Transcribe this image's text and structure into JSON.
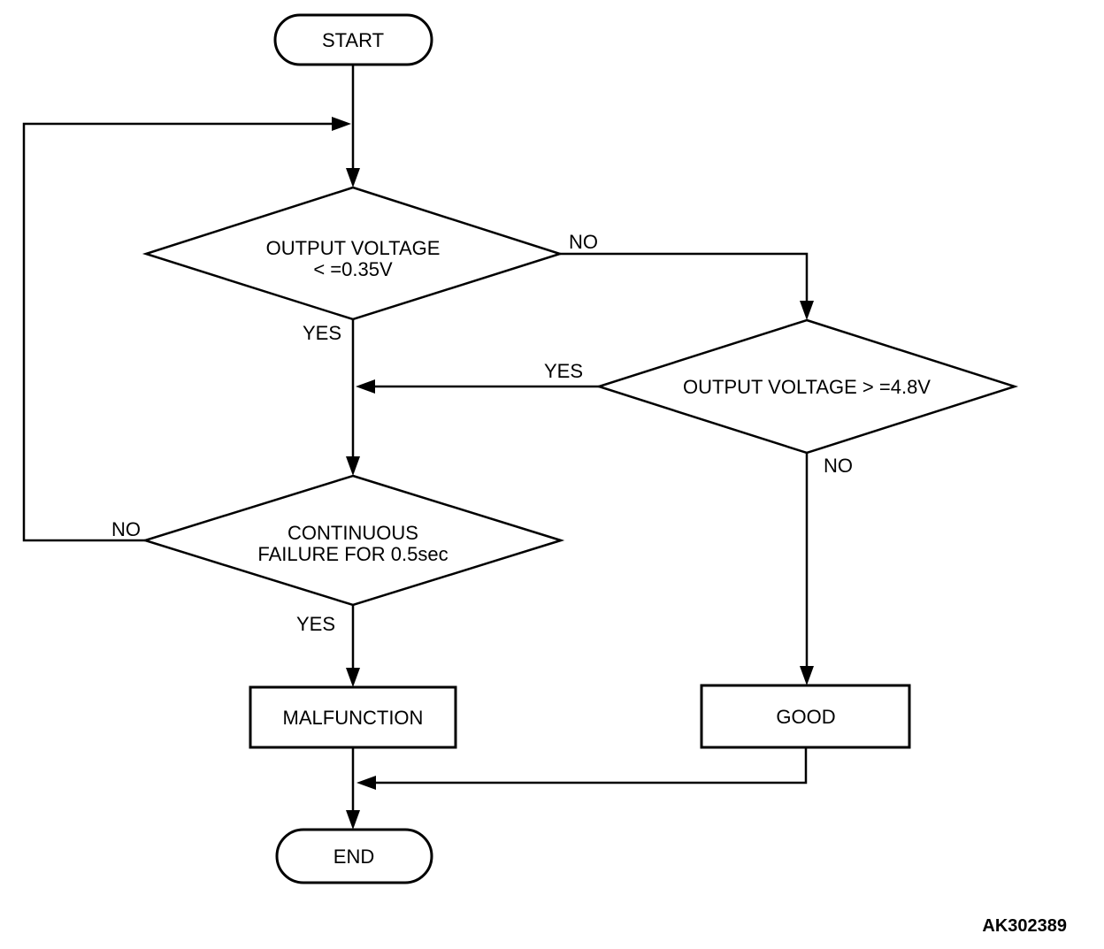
{
  "page": {
    "background_color": "#ffffff",
    "line_color": "#000000"
  },
  "flowchart": {
    "start": {
      "label": "START"
    },
    "decision_output_low": {
      "text_line1": "OUTPUT VOLTAGE",
      "text_line2": "< =0.35V",
      "yes_label": "YES",
      "no_label": "NO"
    },
    "decision_output_high": {
      "text": "OUTPUT VOLTAGE > =4.8V",
      "yes_label": "YES",
      "no_label": "NO"
    },
    "decision_continuous": {
      "text_line1": "CONTINUOUS",
      "text_line2": "FAILURE FOR 0.5sec",
      "yes_label": "YES",
      "no_label": "NO"
    },
    "malfunction": {
      "label": "MALFUNCTION"
    },
    "good": {
      "label": "GOOD"
    },
    "end": {
      "label": "END"
    },
    "figure_code": "AK302389"
  }
}
